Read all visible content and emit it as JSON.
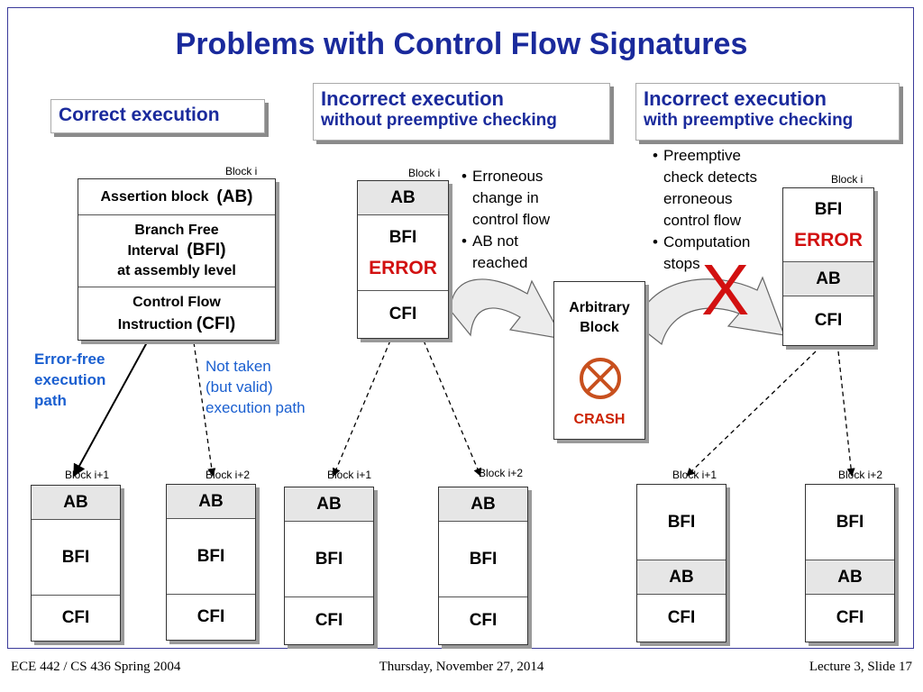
{
  "title": "Problems with Control Flow Signatures",
  "headers": {
    "correct": "Correct execution",
    "without_l1": "Incorrect execution",
    "without_l2": "without preemptive checking",
    "with_l1": "Incorrect execution",
    "with_l2": "with preemptive checking"
  },
  "labels": {
    "block_i": "Block i",
    "block_i1": "Block i+1",
    "block_i2": "Block i+2",
    "ab": "AB",
    "bfi": "BFI",
    "cfi": "CFI",
    "error": "ERROR",
    "x_mark": "X"
  },
  "main_block": {
    "assertion": "Assertion block",
    "assertion_abbr": "(AB)",
    "bfi_line1": "Branch Free",
    "bfi_line2": "Interval",
    "bfi_abbr": "(BFI)",
    "bfi_line3": "at assembly level",
    "cfi_line1": "Control Flow",
    "cfi_line2": "Instruction",
    "cfi_abbr": "(CFI)"
  },
  "arbitrary_block": {
    "line1": "Arbitrary",
    "line2": "Block",
    "crash": "CRASH"
  },
  "notes": {
    "error_free": [
      "Error-free",
      "execution",
      "path"
    ],
    "not_taken": [
      "Not taken",
      "(but valid)",
      "execution path"
    ]
  },
  "bullets_without": [
    [
      "Erroneous",
      "change in",
      "control flow"
    ],
    [
      "AB not",
      "reached"
    ]
  ],
  "bullets_with": [
    [
      "Preemptive",
      "check detects",
      "erroneous",
      "control flow"
    ],
    [
      "Computation",
      "stops"
    ]
  ],
  "footer": {
    "left": "ECE 442 / CS 436 Spring 2004",
    "center": "Thursday, November 27, 2014",
    "right": "Lecture 3, Slide 17"
  },
  "colors": {
    "title": "#1a2a9c",
    "note": "#1a5fd0",
    "error": "#d21010",
    "crash_icon": "#c8501e",
    "crash_text": "#cc2200"
  }
}
